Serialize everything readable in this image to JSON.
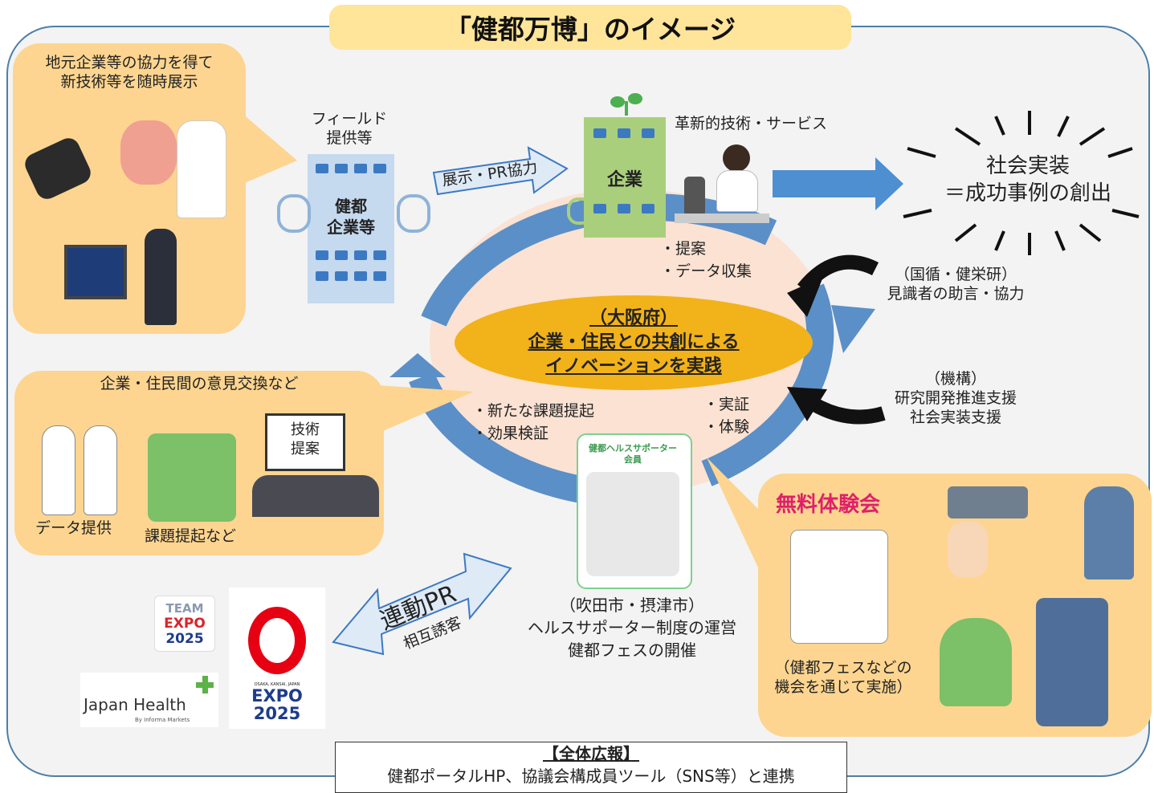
{
  "title": "「健都万博」のイメージ",
  "left_top": {
    "lines": [
      "地元企業等の協力を得て",
      "新技術等を随時展示"
    ]
  },
  "field": {
    "lines": [
      "フィールド",
      "提供等"
    ]
  },
  "kento_building": {
    "lines": [
      "健都",
      "企業等"
    ]
  },
  "arrow_pr": "展示・PR協力",
  "company_label": "企業",
  "innovation": "革新的技術・サービス",
  "social": {
    "lines": [
      "社会実装",
      "＝成功事例の創出"
    ]
  },
  "proposal": [
    "・提案",
    "・データ収集"
  ],
  "advisors": {
    "lines": [
      "（国循・健栄研）",
      "見識者の助言・協力"
    ]
  },
  "center": {
    "lines": [
      "（大阪府）",
      "企業・住民との共創による",
      "イノベーションを実践"
    ]
  },
  "institute": {
    "lines": [
      "（機構）",
      "研究開発推進支援",
      "社会実装支援"
    ]
  },
  "exchange": {
    "header": "企業・住民間の意見交換など",
    "board": [
      "技術",
      "提案"
    ],
    "data_label": "データ提供",
    "issue_label": "課題提起など"
  },
  "issues": [
    "・新たな課題提起",
    "・効果検証"
  ],
  "proof": [
    "・実証",
    "・体験"
  ],
  "supporter_card": {
    "lines": [
      "健都ヘルスサポーター",
      "会員"
    ]
  },
  "suita": {
    "lines": [
      "（吹田市・摂津市）",
      "ヘルスサポーター制度の運営",
      "健都フェスの開催"
    ]
  },
  "free_event": {
    "title": "無料体験会",
    "lines": [
      "（健都フェスなどの",
      "機会を通じて実施）"
    ]
  },
  "linked_pr": {
    "main": "連動PR",
    "sub": "相互誘客"
  },
  "logos": {
    "team_expo": [
      "TEAM",
      "EXPO",
      "2025"
    ],
    "expo": {
      "small": "OSAKA, KANSAI, JAPAN",
      "lines": [
        "EXPO",
        "2025"
      ]
    },
    "japan_health": {
      "main": "Japan Health",
      "sub": "By Informa Markets"
    }
  },
  "bottom": {
    "header": "【全体広報】",
    "body": "健都ポータルHP、協議会構成員ツール（SNS等）と連携"
  },
  "colors": {
    "arrow_blue": "#4d8fd1",
    "cycle_blue": "#5b8fc7",
    "bubble": "#fdd590",
    "title_bg": "#ffe599",
    "center": "#f2b21a"
  }
}
